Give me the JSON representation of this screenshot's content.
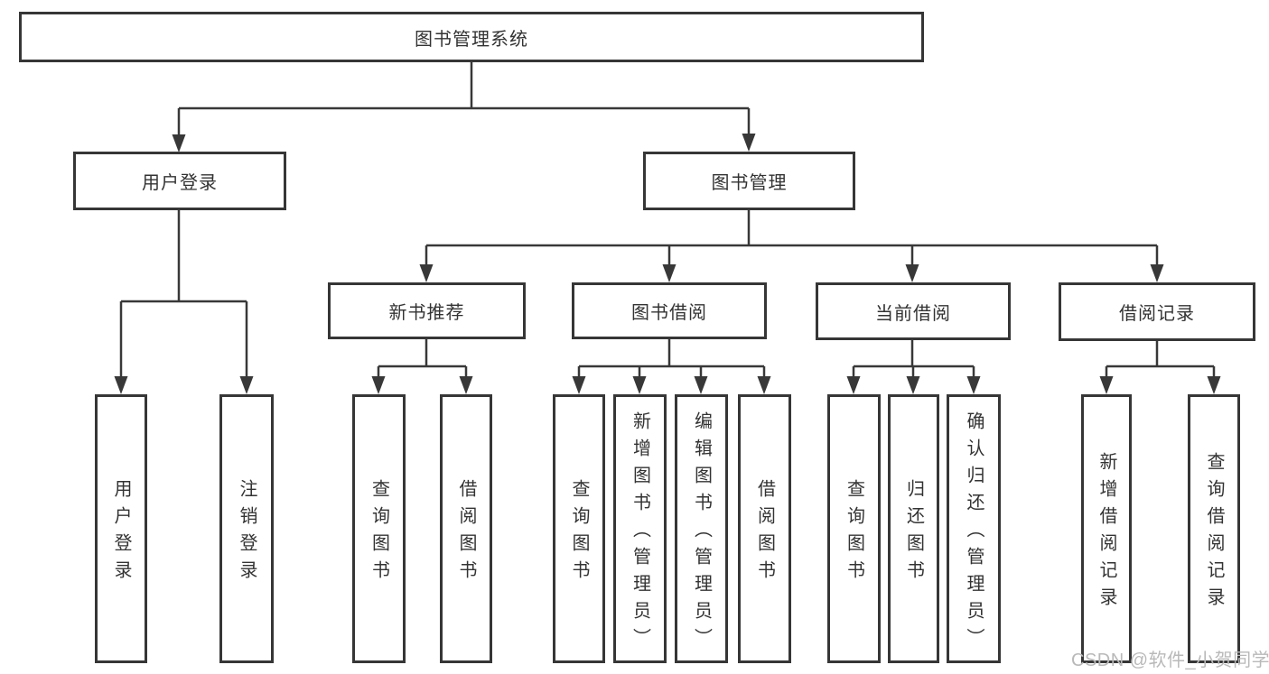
{
  "diagram": {
    "root": "图书管理系统",
    "login": {
      "label": "用户登录",
      "children": [
        "用户登录",
        "注销登录"
      ]
    },
    "management": {
      "label": "图书管理",
      "groups": [
        {
          "label": "新书推荐",
          "children": [
            "查询图书",
            "借阅图书"
          ]
        },
        {
          "label": "图书借阅",
          "children": [
            "查询图书",
            "新增图书（管理员）",
            "编辑图书（管理员）",
            "借阅图书"
          ]
        },
        {
          "label": "当前借阅",
          "children": [
            "查询图书",
            "归还图书",
            "确认归还（管理员）"
          ]
        },
        {
          "label": "借阅记录",
          "children": [
            "新增借阅记录",
            "查询借阅记录"
          ]
        }
      ]
    }
  },
  "watermark": "CSDN @软件_小贺同学",
  "colors": {
    "line": "#383838",
    "border": "#363636",
    "text": "#333333",
    "watermark": "#b9b9b9",
    "background": "#ffffff"
  }
}
